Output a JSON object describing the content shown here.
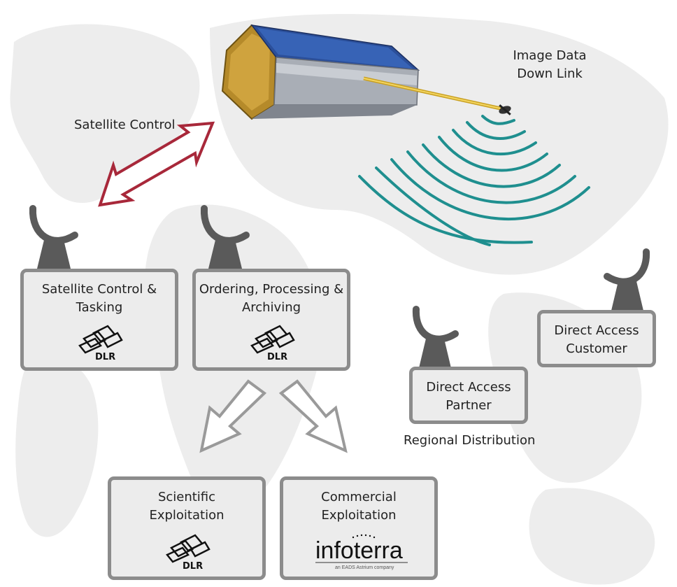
{
  "labels": {
    "satellite_control": "Satellite Control",
    "image_data_down_link": [
      "Image Data",
      "Down Link"
    ],
    "regional_distribution": "Regional Distribution"
  },
  "boxes": {
    "control_tasking": [
      "Satellite Control &",
      "Tasking"
    ],
    "ordering": [
      "Ordering, Processing &",
      "Archiving"
    ],
    "direct_access_partner": [
      "Direct Access",
      "Partner"
    ],
    "direct_access_customer": [
      "Direct Access",
      "Customer"
    ],
    "scientific": [
      "Scientific",
      "Exploitation"
    ],
    "commercial": [
      "Commercial",
      "Exploitation"
    ]
  },
  "logos": {
    "dlr": "DLR",
    "infoterra": "infoterra",
    "infoterra_tagline": "an EADS Astrium company"
  },
  "colors": {
    "control_arrow": "#a8283a",
    "downlink_waves": "#1f8f8f",
    "box_border": "#8c8c8c",
    "box_fill": "#ececec",
    "antenna": "#5a5a5a",
    "exploitation_arrow": "#9a9a9a"
  },
  "icons": [
    "satellite-icon",
    "antenna-icon",
    "dlr-logo",
    "infoterra-logo"
  ]
}
